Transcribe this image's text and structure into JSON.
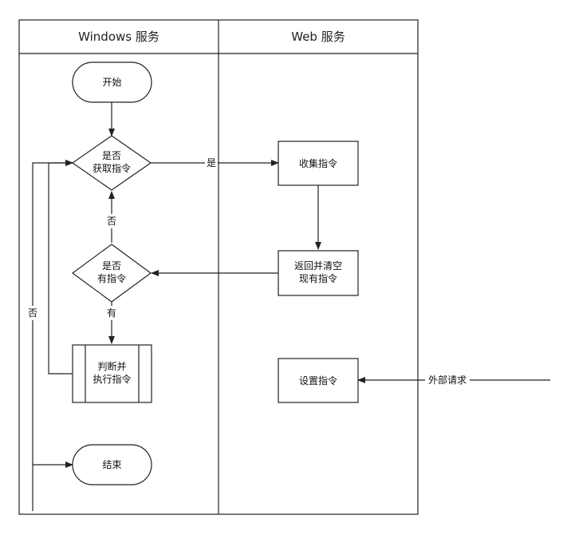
{
  "lanes": {
    "windows": "Windows 服务",
    "web": "Web 服务"
  },
  "nodes": {
    "start": "开始",
    "get_cmd_1": "是否",
    "get_cmd_2": "获取指令",
    "has_cmd_1": "是否",
    "has_cmd_2": "有指令",
    "exec_1": "判断并",
    "exec_2": "执行指令",
    "end": "结束",
    "collect": "收集指令",
    "return_1": "返回并清空",
    "return_2": "现有指令",
    "set_cmd": "设置指令"
  },
  "edges": {
    "yes": "是",
    "no": "否",
    "has": "有",
    "no_left": "否",
    "external": "外部请求"
  },
  "colors": {
    "stroke": "#222222",
    "background": "#ffffff"
  }
}
